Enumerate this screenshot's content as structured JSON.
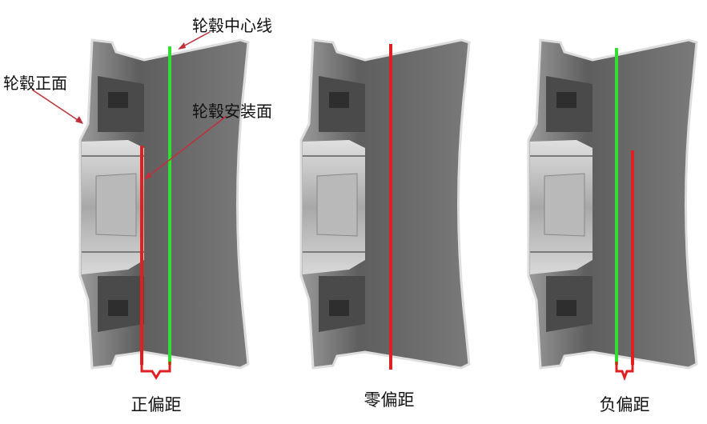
{
  "labels": {
    "hub_centerline": "轮毂中心线",
    "hub_front": "轮毂正面",
    "hub_mounting_face": "轮毂安装面"
  },
  "captions": {
    "positive_offset": "正偏距",
    "zero_offset": "零偏距",
    "negative_offset": "负偏距"
  },
  "colors": {
    "centerline": "#33dd33",
    "mounting_face": "#e02020",
    "wheel_metal": "#6e6e6e",
    "hub_metal": "#c8c8c8"
  }
}
